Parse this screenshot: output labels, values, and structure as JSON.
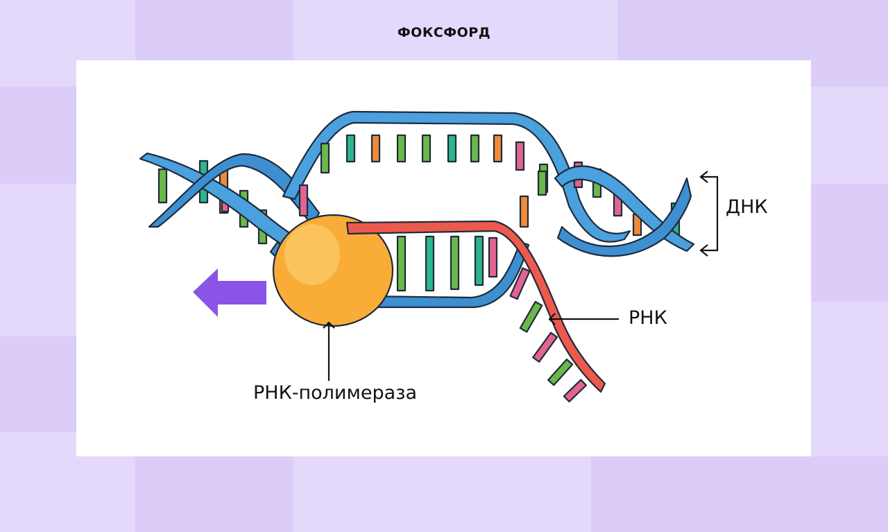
{
  "brand": {
    "name": "ФОКСФОРД"
  },
  "diagram": {
    "labels": {
      "dna": "ДНК",
      "rna": "РНК",
      "polymerase": "РНК-полимераза"
    },
    "direction_arrow_color": "#8a55e6",
    "dna_color": "#4ba0de",
    "rna_color": "#ec5a4e",
    "polymerase_color": "#f9ad38"
  }
}
